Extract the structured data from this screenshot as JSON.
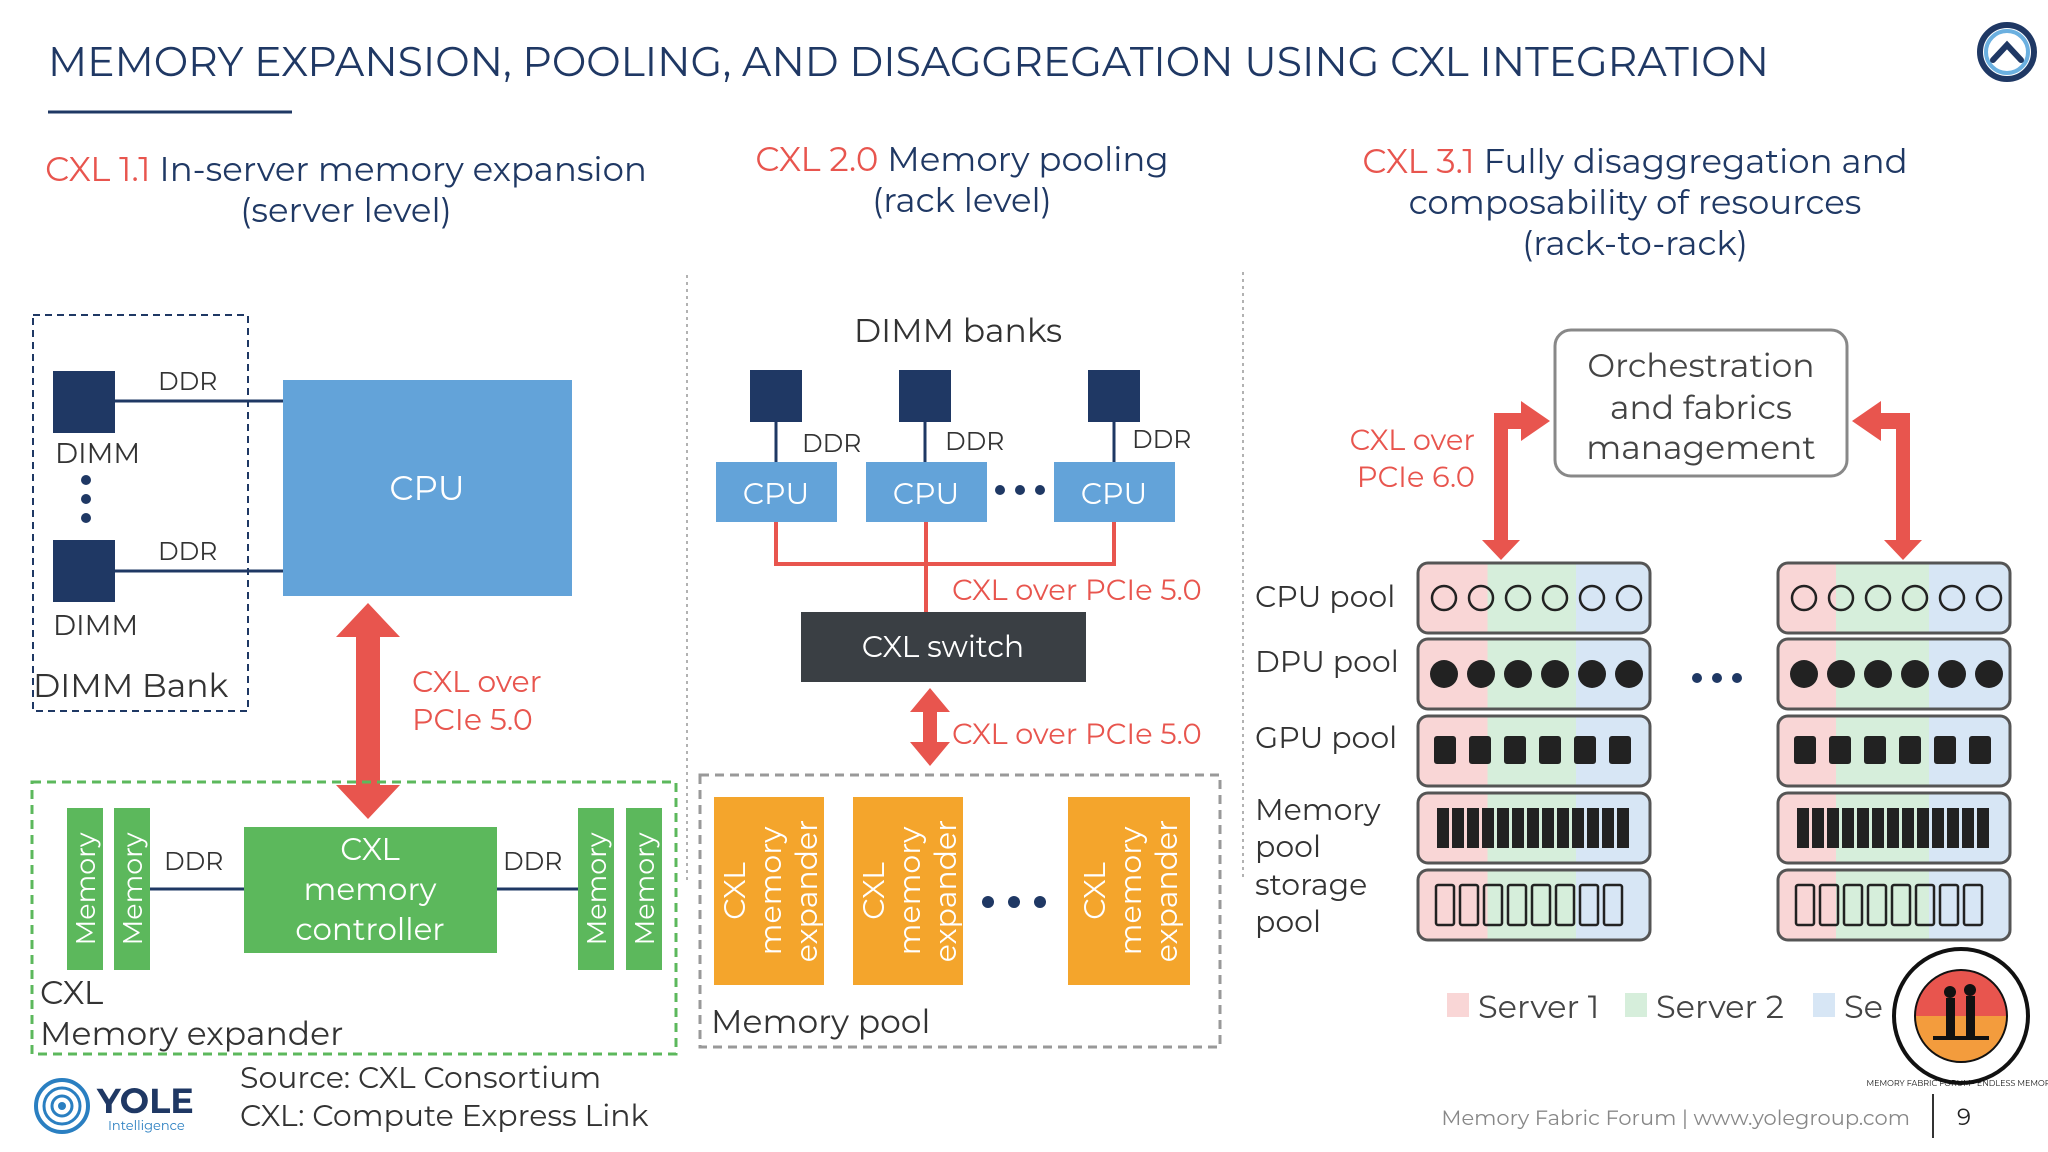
{
  "slide": {
    "title": "MEMORY EXPANSION, POOLING, AND DISAGGREGATION USING CXL INTEGRATION",
    "page_number": "9",
    "footer": "Memory Fabric Forum | www.yolegroup.com",
    "source_line1": "Source: CXL Consortium",
    "source_line2": "CXL: Compute Express Link",
    "logo": {
      "name": "YOLE",
      "sub": "Intelligence"
    },
    "badge_text": "MEMORY FABRIC FORUM · ENDLESS MEMORY"
  },
  "colors": {
    "navy": "#1f3864",
    "red": "#e8554e",
    "cpu_blue": "#63a3d9",
    "green": "#5cb85c",
    "orange": "#f4a52c",
    "dark": "#3a3f44",
    "server1_tint": "#f9d6d6",
    "server2_tint": "#d6eedb",
    "server3_tint": "#d7e6f5"
  },
  "col1": {
    "heading_prefix": "CXL 1.1",
    "heading_rest": " In-server memory expansion",
    "heading_line2": "(server level)",
    "dimm_label": "DIMM",
    "ddr_label": "DDR",
    "dimm_bank_label": "DIMM Bank",
    "cpu_label": "CPU",
    "link_label_line1": "CXL over",
    "link_label_line2": "PCIe 5.0",
    "controller_lines": [
      "CXL",
      "memory",
      "controller"
    ],
    "memory_label": "Memory",
    "expander_line1": "CXL",
    "expander_line2": "Memory expander"
  },
  "col2": {
    "heading_prefix": "CXL 2.0",
    "heading_rest": " Memory pooling",
    "heading_line2": "(rack level)",
    "dimm_banks_label": "DIMM banks",
    "ddr_label": "DDR",
    "cpu_label": "CPU",
    "upper_link_label": "CXL over PCIe 5.0",
    "switch_label": "CXL switch",
    "lower_link_label": "CXL over PCIe 5.0",
    "expander_lines": [
      "CXL",
      "memory",
      "expander"
    ],
    "pool_label": "Memory pool"
  },
  "col3": {
    "heading_prefix": "CXL 3.1",
    "heading_rest": " Fully disaggregation and",
    "heading_line2": "composability of resources",
    "heading_line3": "(rack-to-rack)",
    "orchestration_lines": [
      "Orchestration",
      "and fabrics",
      "management"
    ],
    "link_label_line1": "CXL over",
    "link_label_line2": "PCIe 6.0",
    "pools": {
      "cpu": "CPU pool",
      "dpu": "DPU pool",
      "gpu": "GPU pool",
      "memory_line1": "Memory",
      "memory_line2": "pool",
      "storage_line1": "storage",
      "storage_line2": "pool"
    },
    "legend": [
      "Server 1",
      "Server 2",
      "Se"
    ]
  }
}
